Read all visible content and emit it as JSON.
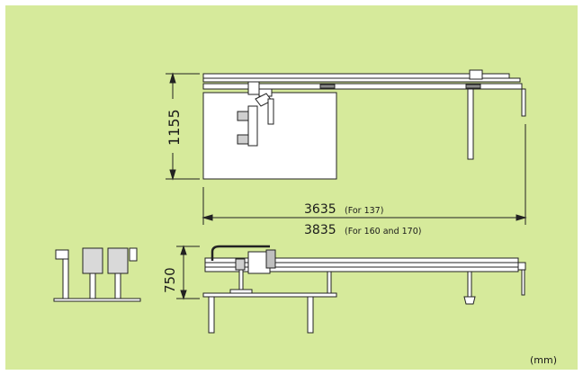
{
  "dimensions": {
    "depth_value": "1155",
    "length_value_1": "3635",
    "length_note_1": "(For 137)",
    "length_value_2": "3835",
    "length_note_2": "(For 160 and 170)",
    "height_value": "750",
    "unit": "(mm)"
  },
  "colors": {
    "background": "#d6ea9b",
    "line": "#222222",
    "fill": "#ffffff"
  }
}
